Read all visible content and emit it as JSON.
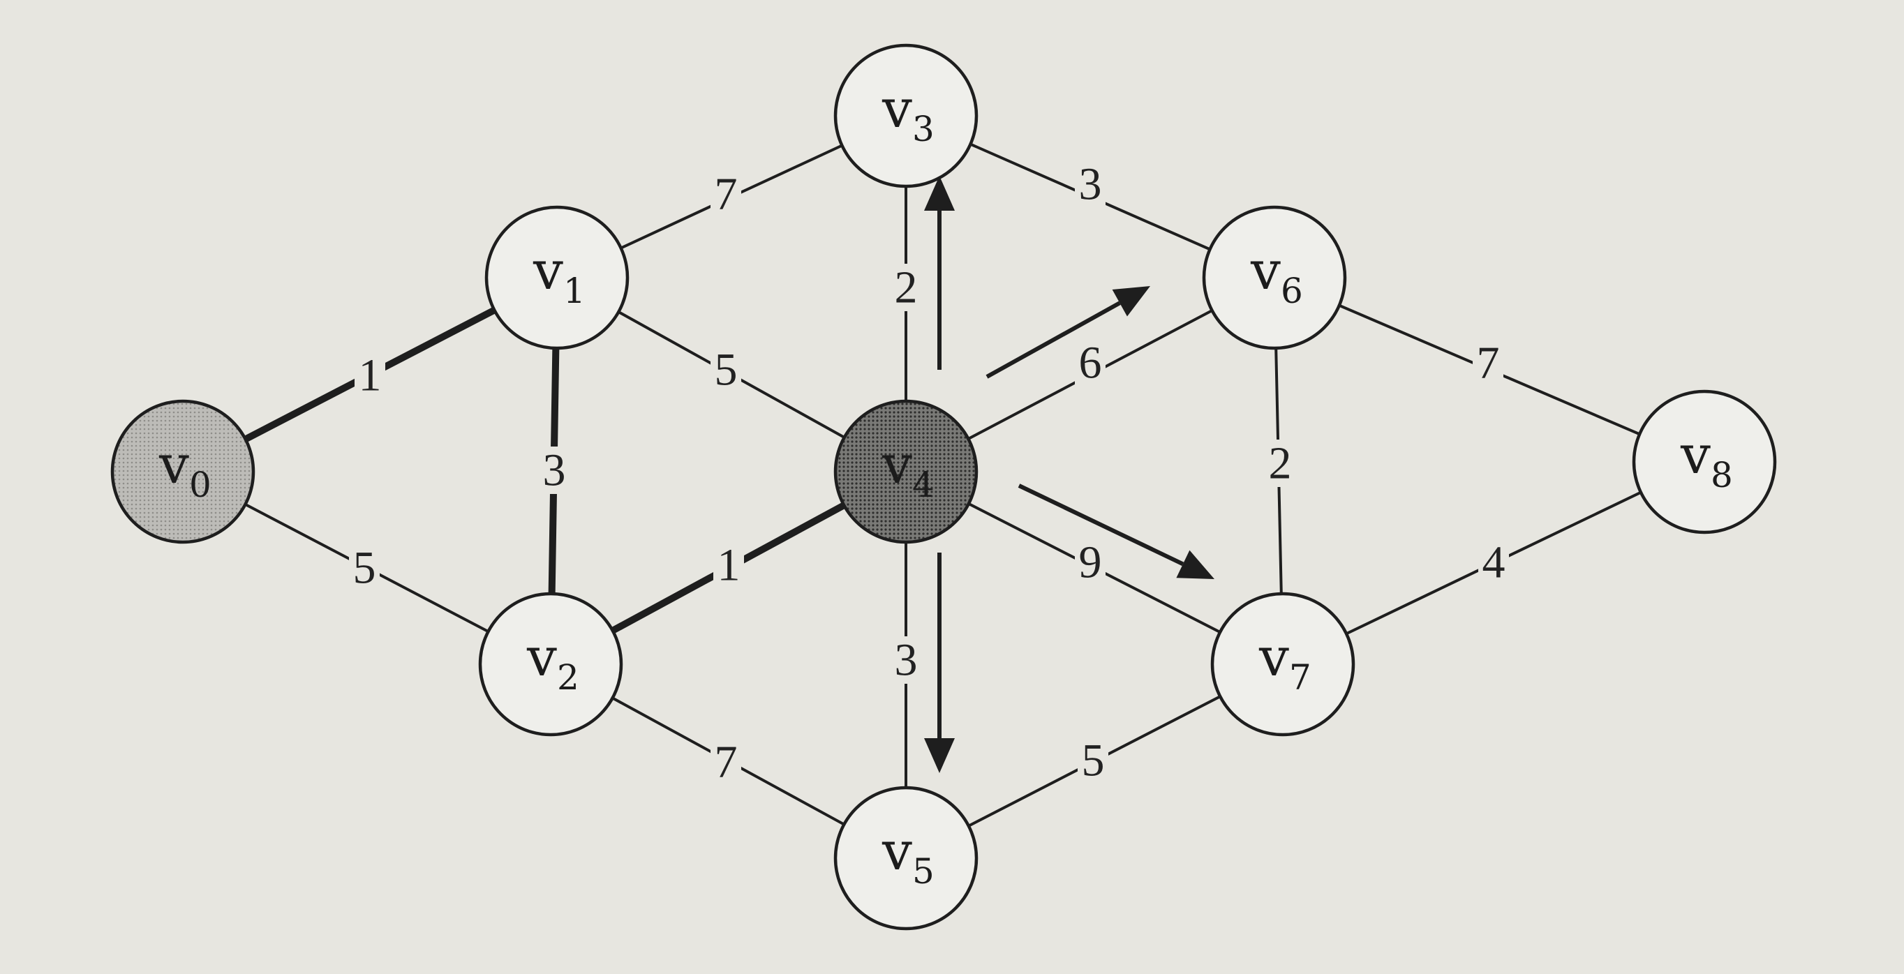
{
  "graph": {
    "nodes": [
      {
        "id": "v0",
        "letter": "v",
        "sub": "0",
        "style": "visited"
      },
      {
        "id": "v1",
        "letter": "v",
        "sub": "1",
        "style": "plain"
      },
      {
        "id": "v2",
        "letter": "v",
        "sub": "2",
        "style": "plain"
      },
      {
        "id": "v3",
        "letter": "v",
        "sub": "3",
        "style": "plain"
      },
      {
        "id": "v4",
        "letter": "v",
        "sub": "4",
        "style": "current"
      },
      {
        "id": "v5",
        "letter": "v",
        "sub": "5",
        "style": "plain"
      },
      {
        "id": "v6",
        "letter": "v",
        "sub": "6",
        "style": "plain"
      },
      {
        "id": "v7",
        "letter": "v",
        "sub": "7",
        "style": "plain"
      },
      {
        "id": "v8",
        "letter": "v",
        "sub": "8",
        "style": "plain"
      }
    ],
    "edges": [
      {
        "from": "v0",
        "to": "v1",
        "weight": "1",
        "bold": true
      },
      {
        "from": "v0",
        "to": "v2",
        "weight": "5",
        "bold": false
      },
      {
        "from": "v1",
        "to": "v2",
        "weight": "3",
        "bold": true
      },
      {
        "from": "v1",
        "to": "v3",
        "weight": "7",
        "bold": false
      },
      {
        "from": "v1",
        "to": "v4",
        "weight": "5",
        "bold": false
      },
      {
        "from": "v2",
        "to": "v4",
        "weight": "1",
        "bold": true
      },
      {
        "from": "v2",
        "to": "v5",
        "weight": "7",
        "bold": false
      },
      {
        "from": "v3",
        "to": "v4",
        "weight": "2",
        "bold": false
      },
      {
        "from": "v3",
        "to": "v6",
        "weight": "3",
        "bold": false
      },
      {
        "from": "v4",
        "to": "v5",
        "weight": "3",
        "bold": false
      },
      {
        "from": "v4",
        "to": "v6",
        "weight": "6",
        "bold": false
      },
      {
        "from": "v4",
        "to": "v7",
        "weight": "9",
        "bold": false
      },
      {
        "from": "v5",
        "to": "v7",
        "weight": "5",
        "bold": false
      },
      {
        "from": "v6",
        "to": "v7",
        "weight": "2",
        "bold": false
      },
      {
        "from": "v6",
        "to": "v8",
        "weight": "7",
        "bold": false
      },
      {
        "from": "v7",
        "to": "v8",
        "weight": "4",
        "bold": false
      }
    ],
    "arrows": [
      {
        "from": "v4",
        "to": "v3"
      },
      {
        "from": "v4",
        "to": "v6"
      },
      {
        "from": "v4",
        "to": "v7"
      },
      {
        "from": "v4",
        "to": "v5"
      }
    ]
  },
  "colors": {
    "background": "#e7e6e0",
    "ink": "#1e1e1e",
    "node_fill": "#efefeb",
    "visited_fill": "#b9b8b4",
    "current_fill": "#6e6e6c"
  }
}
